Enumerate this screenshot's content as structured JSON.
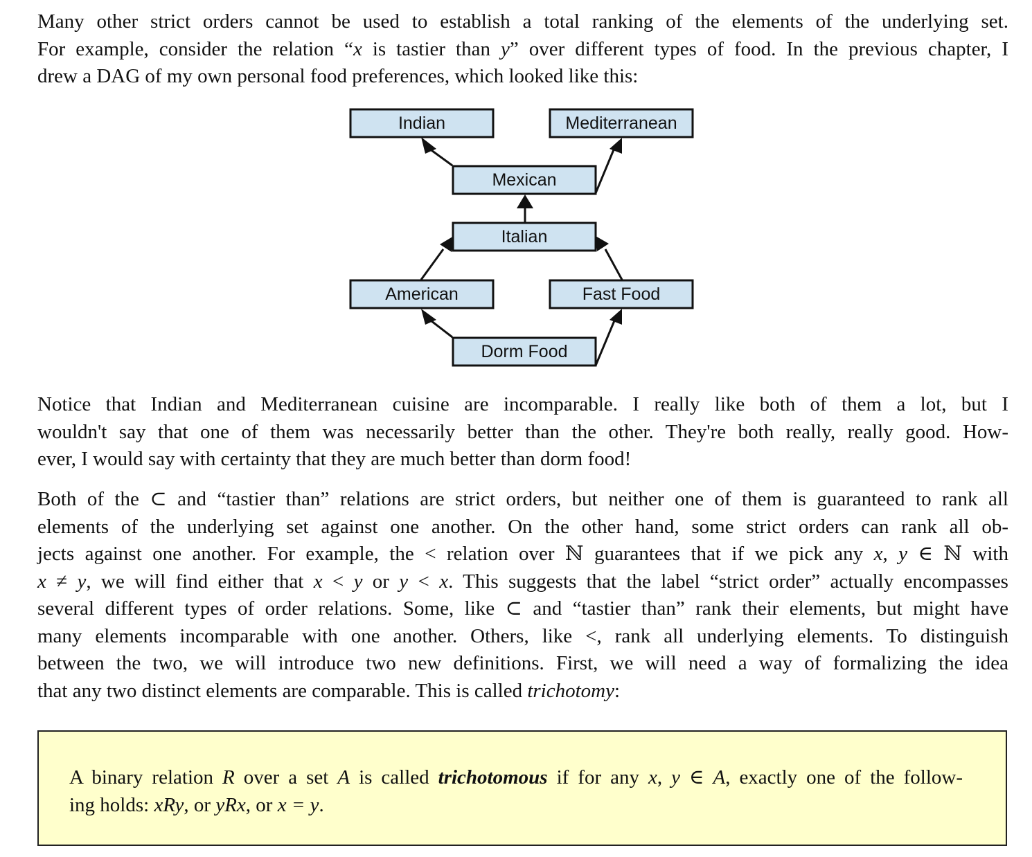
{
  "paragraph1": {
    "line1": "Many other strict orders cannot be used to establish a total ranking of the elements of the underlying set.",
    "line2_a": "For example, consider the relation “",
    "line2_x": "x",
    "line2_b": " is tastier than ",
    "line2_y": "y",
    "line2_c": "” over different types of food.  In the previous chapter, I",
    "line3": "drew a DAG of my own personal food preferences, which looked like this:"
  },
  "dag": {
    "nodes": {
      "indian": "Indian",
      "mediterranean": "Mediterranean",
      "mexican": "Mexican",
      "italian": "Italian",
      "american": "American",
      "fast_food": "Fast Food",
      "dorm_food": "Dorm Food"
    }
  },
  "paragraph2": {
    "line1": "Notice that Indian and Mediterranean cuisine are incomparable.  I really like both of them a lot, but I",
    "line2": "wouldn't say that one of them was necessarily better than the other.  They're both really, really good.  How-",
    "line3": "ever, I would say with certainty that they are much better than dorm food!"
  },
  "paragraph3": {
    "line1": "Both of the ⊂ and “tastier than” relations are strict orders, but neither one of them is guaranteed to rank all",
    "line2": "elements of the underlying set against one another.  On the other hand, some strict orders can rank all ob-",
    "line3_a": "jects against one another.  For example, the < relation over ℕ guarantees that if we pick any ",
    "line3_b": "x",
    "line3_c": ", ",
    "line3_d": "y",
    "line3_e": " ∈ ℕ with",
    "line4_a": "x",
    "line4_b": " ≠ ",
    "line4_c": "y",
    "line4_d": ", we will find either that ",
    "line4_e": "x",
    "line4_f": " < ",
    "line4_g": "y",
    "line4_h": " or ",
    "line4_i": "y",
    "line4_j": " < ",
    "line4_k": "x",
    "line4_l": ".  This suggests that the label “strict order” actually encompasses",
    "line5": "several different types of order relations.  Some, like ⊂ and “tastier than” rank their elements, but might have",
    "line6": "many elements incomparable with one another.  Others, like <, rank all underlying elements.  To distinguish",
    "line7": "between the two, we will introduce two new definitions.  First, we will need a way of formalizing the idea",
    "line8_a": "that any two distinct elements are comparable.  This is called ",
    "line8_b": "trichotomy",
    "line8_c": ":"
  },
  "definition": {
    "line1_a": "A binary relation ",
    "line1_R": "R",
    "line1_b": " over a set ",
    "line1_A": "A",
    "line1_c": " is called ",
    "line1_term": "trichotomous",
    "line1_d": " if for any ",
    "line1_x": "x",
    "line1_e": ", ",
    "line1_y": "y",
    "line1_f": " ∈ ",
    "line1_A2": "A",
    "line1_g": ", exactly one of the follow-",
    "line2_a": "ing holds: ",
    "line2_xRy": "xRy",
    "line2_b": ", or ",
    "line2_yRx": "yRx",
    "line2_c": ", or ",
    "line2_eq": "x = y",
    "line2_d": "."
  }
}
